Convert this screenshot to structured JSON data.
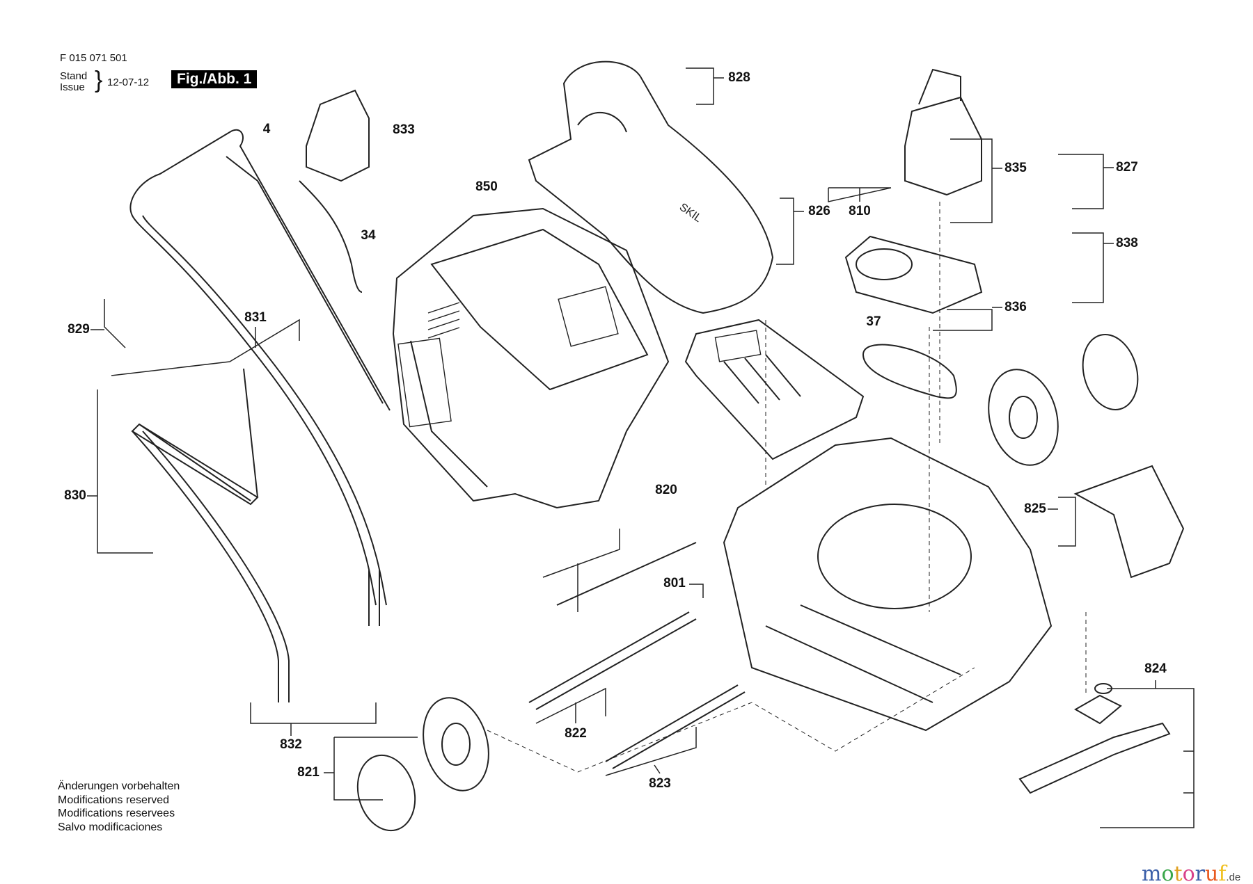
{
  "header": {
    "document_number": "F 015 071 501",
    "stand_label": "Stand",
    "issue_label": "Issue",
    "date": "12-07-12",
    "figure_label": "Fig./Abb. 1"
  },
  "callouts": [
    "828",
    "833",
    "4",
    "850",
    "835",
    "827",
    "826",
    "810",
    "34",
    "838",
    "831",
    "829",
    "37",
    "836",
    "820",
    "825",
    "830",
    "801",
    "824",
    "822",
    "832",
    "821",
    "823"
  ],
  "notes": [
    "Änderungen vorbehalten",
    "Modifications reserved",
    "Modifications reservees",
    "Salvo modificaciones"
  ],
  "watermark": {
    "letters": [
      "m",
      "o",
      "t",
      "o",
      "r",
      "u",
      "f"
    ],
    "letter_colors": [
      "#3a5ea8",
      "#3aa64a",
      "#e0a020",
      "#d8428a",
      "#3a5ea8",
      "#e85a20",
      "#f0c020"
    ],
    "suffix": ".de"
  }
}
